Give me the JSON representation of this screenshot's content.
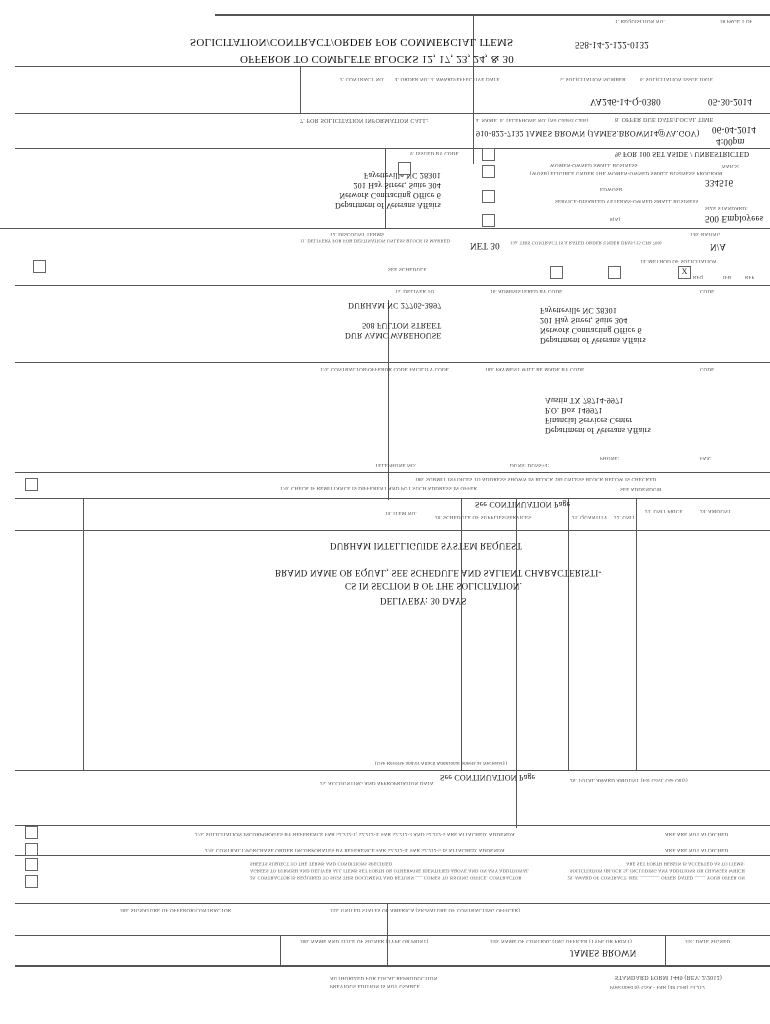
{
  "header": {
    "page": "38 PAGE 1 OF",
    "requisition_label": "1. REQUISITION NO.",
    "requisition_no": "558-14-2-122-0132",
    "title1": "SOLICITATION/CONTRACT/ORDER FOR COMMERCIAL ITEMS",
    "title2": "OFFEROR TO COMPLETE BLOCKS 12, 17, 23, 24, & 30"
  },
  "row2": {
    "issue_date_label": "6. SOLICITATION ISSUE DATE",
    "solicitation_number_label": "5. SOLICITATION NUMBER",
    "order_label": "4. ORDER NO.  3. AWARD/EFFECTIVE DATE",
    "contract_label": "2. CONTRACT NO.",
    "issue_date": "05-30-2014",
    "solicitation_number": "VA246-14-Q-0380"
  },
  "row3": {
    "offer_due_label": "8. OFFER DUE DATE/LOCAL TIME",
    "phone_label": "b. TELEPHONE NO. (No Collect Calls)",
    "name_label": "a. NAME",
    "for_solicitation": "7. FOR SOLICITATION INFORMATION CALL:",
    "offer_due_date": "06-04-2014",
    "offer_due_time": "4:00pm",
    "contact": "910-822-7132  JAMES BROWN (JAMES.BROWN14@VA.GOV)"
  },
  "setaside": {
    "label": "% FOR 100 SET ASIDE / UNRESTRICTED",
    "naics_label": "NAICS:",
    "naics": "334516",
    "size_label": "SIZE STANDARD:",
    "size": "500 Employees",
    "types": [
      "WOMEN-OWNED SMALL BUSINESS",
      "(WOSB) ELIGIBLE UNDER THE WOMEN-OWNED SMALL BUSINESS PROGRAM",
      "EDWOSB",
      "SERVICE-DISABLED VETERAN-OWNED SMALL BUSINESS",
      "8(A)"
    ],
    "issued_by_label": "9. ISSUED BY   CODE",
    "issued_by": "Department of Veterans Affairs\nNetwork Contracting Office 6\n201 Hay Street, Suite 304\nFayetteville NC 28301"
  },
  "terms": {
    "discount_label": "12. DISCOUNT TERMS",
    "discount": "NET 30",
    "delivery_label": "11. DELIVERY FOR FOB DESTINATION UNLESS BLOCK IS MARKED",
    "see_schedule": "SEE SCHEDULE",
    "rated_label": "13a. THIS CONTRACT IS A RATED ORDER UNDER DPAS (15 CFR 700)",
    "rating_label": "13b. RATING",
    "rating": "N/A",
    "method_label": "14. METHOD OF SOLICITATION",
    "methods": [
      "RFQ",
      "IFB",
      "RFP"
    ]
  },
  "delivery": {
    "deliver_to_label": "15. DELIVER TO",
    "deliver_to": "DUR VAMC WAREHOUSE\n508 FULTON STREET\n\nDURHAM NC 27705-3897",
    "administered_label": "16. ADMINISTERED BY   CODE",
    "administered": "Department of Veterans Affairs\nNetwork Contracting Office 6\n201 Hay Street, Suite 304\nFayetteville NC 28301",
    "code_label": "CODE"
  },
  "payment": {
    "contractor_label": "17a. CONTRACTOR/OFFEROR  CODE  FACILITY CODE",
    "payment_label": "18a. PAYMENT WILL BE MADE BY   CODE",
    "payment_address": "Department of Veterans Affairs\nFinancial Services Center\nP.O. Box 149971\nAustin TX 78714-9971",
    "phone_label": "PHONE:",
    "fax_label": "FAX:",
    "duns_label": "DUNS:   DUNS+4:",
    "telephone_label": "TELEPHONE NO.",
    "invoices_label": "18b. SUBMIT INVOICES TO ADDRESS SHOWN IN BLOCK 18a UNLESS BLOCK BELOW IS CHECKED",
    "remit_label": "17b. CHECK IF REMITTANCE IS DIFFERENT AND PUT SUCH ADDRESS IN OFFER",
    "see_addendum": "SEE ADDENDUM"
  },
  "schedule": {
    "headers": [
      "24. AMOUNT",
      "23. UNIT PRICE",
      "22. UNIT",
      "21. QUANTITY",
      "20. SCHEDULE OF SUPPLIES/SERVICES",
      "19. ITEM NO."
    ],
    "continuation": "See CONTINUATION Page",
    "lines": [
      "DURHAM INTELLIGUIDE SYSTEM REQUEST",
      "BRAND NAME OR EQUAL, SEE SCHEDULE AND SALIENT CHARACTERISTI-",
      "CS IN SECTION B OF THE SOLICITATION.",
      "DELIVERY: 30 DAYS"
    ],
    "note": "(Use Reverse and/or Attach Additional Sheets as Necessary)"
  },
  "accounting": {
    "label": "25. ACCOUNTING AND APPROPRIATION DATA",
    "continuation": "See CONTINUATION Page",
    "total_label": "26. TOTAL AWARD AMOUNT (For Govt. Use Only)"
  },
  "clauses": {
    "c27a": "27a. SOLICITATION INCORPORATES BY REFERENCE FAR 52.212-1, 52.212-4. FAR 52.212-3 AND 52.212-5 ARE ATTACHED.  ADDENDA",
    "c27b": "27b. CONTRACT/PURCHASE ORDER INCORPORATES BY REFERENCE FAR 52.212-4. FAR 52.212-5 IS ATTACHED.  ADDENDA",
    "attached": "ARE  ARE NOT ATTACHED",
    "c28": "28. CONTRACTOR IS REQUIRED TO SIGN THIS DOCUMENT AND RETURN ___ COPIES TO ISSUING OFFICE. CONTRACTOR AGREES TO FURNISH AND DELIVER ALL ITEMS SET FORTH OR OTHERWISE IDENTIFIED ABOVE AND ON ANY ADDITIONAL SHEETS SUBJECT TO THE TERMS AND CONDITIONS SPECIFIED",
    "c29": "29. AWARD OF CONTRACT: REF. ________ OFFER DATED ____. YOUR OFFER ON SOLICITATION (BLOCK 5), INCLUDING ANY ADDITIONS OR CHANGES WHICH ARE SET FORTH HEREIN IS ACCEPTED AS TO ITEMS:"
  },
  "signature": {
    "c30a": "30a. SIGNATURE OF OFFEROR/CONTRACTOR",
    "c31a": "31a. UNITED STATES OF AMERICA (SIGNATURE OF CONTRACTING OFFICER)",
    "c31c": "31c. DATE SIGNED",
    "c31b": "31b. NAME OF CONTRACTING OFFICER (TYPE OR PRINT)",
    "c30b": "30b. NAME AND TITLE OF SIGNER (TYPE OR PRINT)",
    "officer": "JAMES BROWN"
  },
  "footer": {
    "auth": "AUTHORIZED FOR LOCAL REPRODUCTION",
    "prev": "PREVIOUS EDITION IS NOT USABLE",
    "form": "STANDARD FORM 1449 (REV. 2/2012)",
    "prescribed": "Prescribed by GSA - FAR (48 CFR) 53.212"
  }
}
